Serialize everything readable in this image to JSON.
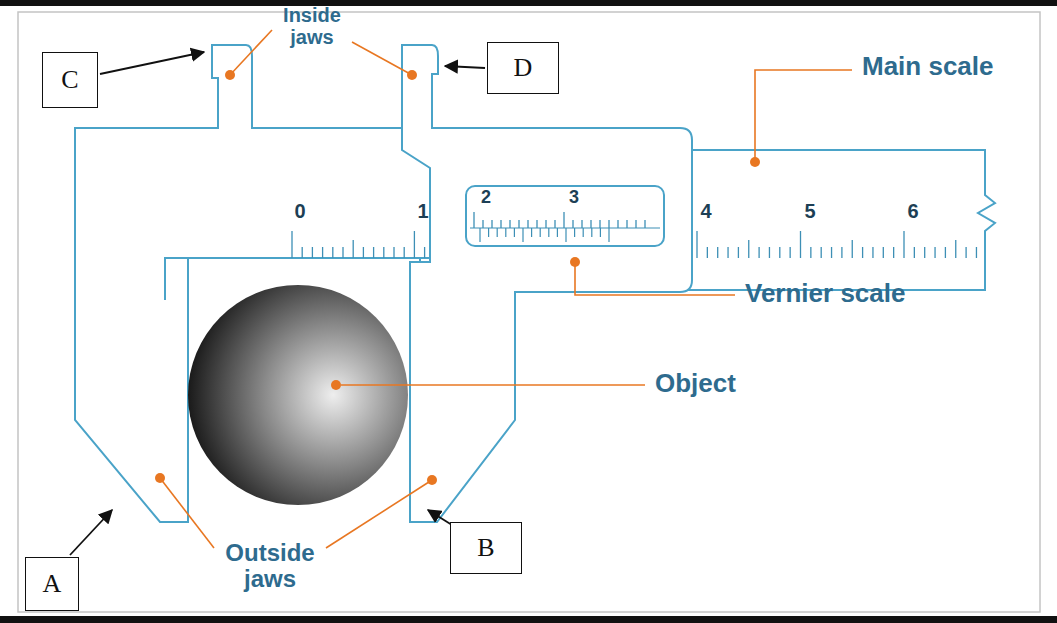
{
  "diagram": {
    "nodes": [
      {
        "text": [
          "C"
        ]
      },
      {
        "text": [
          "D"
        ]
      },
      {
        "text": [
          "A"
        ]
      },
      {
        "text": [
          "B"
        ]
      }
    ],
    "labels": [
      "Inside jaws",
      "Main scale",
      "0",
      "1",
      "2",
      "3",
      "4",
      "5",
      "6",
      "Vernier scale",
      "Object",
      "Outside jaws"
    ]
  }
}
